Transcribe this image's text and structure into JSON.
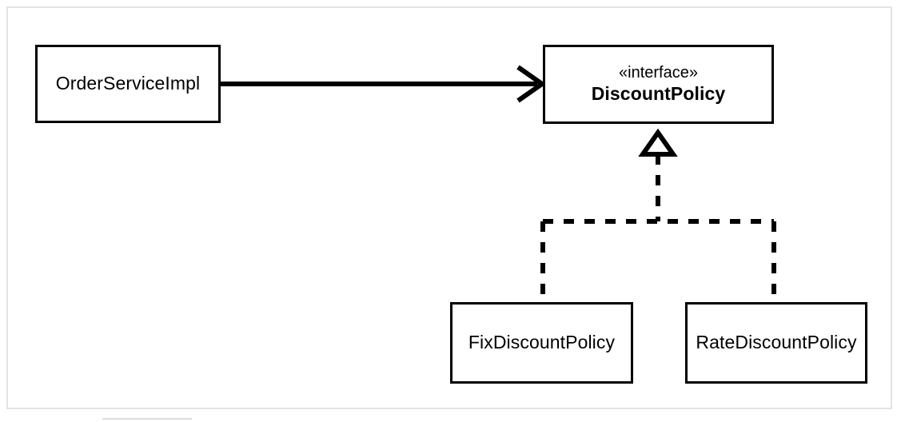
{
  "diagram": {
    "type": "uml-class-diagram",
    "background_color": "#ffffff",
    "frame_border_color": "#e3e3e3",
    "stroke_color": "#000000",
    "classes": [
      {
        "id": "order-service-impl",
        "name": "OrderServiceImpl",
        "stereotype": "",
        "bold": false
      },
      {
        "id": "discount-policy",
        "name": "DiscountPolicy",
        "stereotype": "«interface»",
        "bold": true
      },
      {
        "id": "fix-discount-policy",
        "name": "FixDiscountPolicy",
        "stereotype": "",
        "bold": false
      },
      {
        "id": "rate-discount-policy",
        "name": "RateDiscountPolicy",
        "stereotype": "",
        "bold": false
      }
    ],
    "relationships": [
      {
        "id": "association-order-to-discount",
        "kind": "association",
        "line_style": "solid",
        "arrowhead": "open",
        "from": "OrderServiceImpl",
        "to": "DiscountPolicy"
      },
      {
        "id": "realization-fix-to-discount",
        "kind": "realization",
        "line_style": "dashed",
        "arrowhead": "hollow-triangle",
        "from": "FixDiscountPolicy",
        "to": "DiscountPolicy"
      },
      {
        "id": "realization-rate-to-discount",
        "kind": "realization",
        "line_style": "dashed",
        "arrowhead": "hollow-triangle",
        "from": "RateDiscountPolicy",
        "to": "DiscountPolicy"
      }
    ]
  }
}
